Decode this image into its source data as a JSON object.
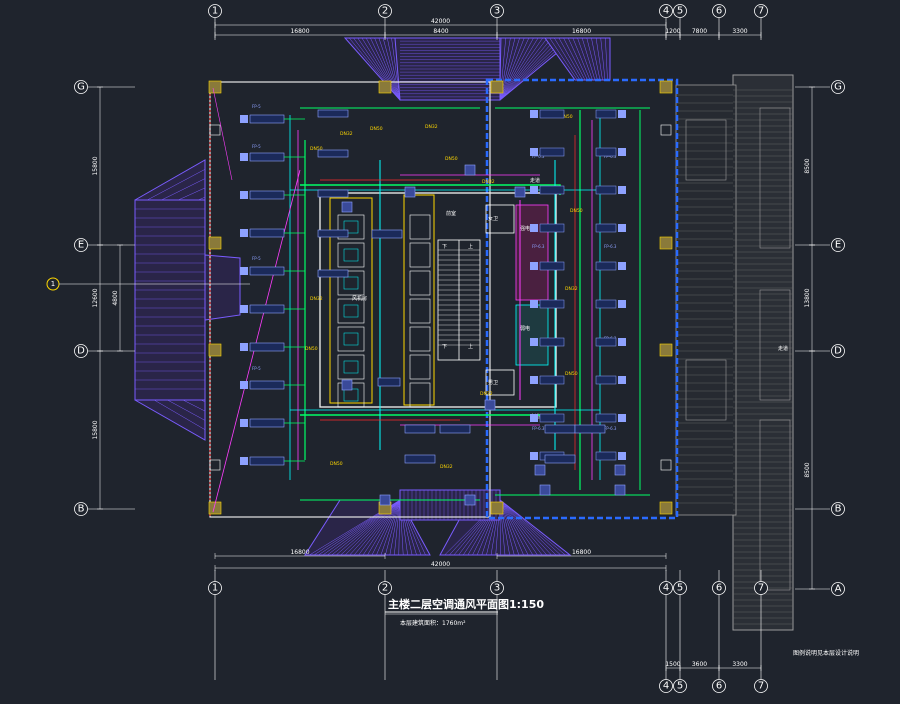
{
  "drawing": {
    "title": "主楼二层空调通风平面图1:150",
    "subtitle": "本层建筑面积：1760m²",
    "sidenote": "图例说明见本层设计说明",
    "colors": {
      "background": "#1f242d",
      "axis": "#ffffff",
      "wall": "#2a6bff",
      "duct_supply": "#00ff66",
      "duct_exhaust": "#ff3dff",
      "pipe_water": "#00ffff",
      "pipe_return": "#ff2a2a",
      "equipment": "#8ea2ff",
      "roof_hatch": "#7a5cff",
      "adjacent_building": "#9a9a9a",
      "text_yellow": "#ffd800"
    }
  },
  "axes": {
    "vertical": [
      "1",
      "2",
      "3",
      "4",
      "5",
      "6",
      "7"
    ],
    "horizontal": [
      "G",
      "E",
      "D",
      "B",
      "A"
    ],
    "left_callout": "1"
  },
  "dimensions": {
    "top_total": "42000",
    "top_segments": [
      "16800",
      "8400",
      "16800",
      "1200",
      "7800",
      "3300"
    ],
    "bottom_total": "42000",
    "bottom_segments": [
      "16800",
      "16800",
      "1500",
      "3600",
      "3300"
    ],
    "right_segments": [
      "8500",
      "13800",
      "8500"
    ],
    "left_segments": [
      "15800",
      "12600",
      "15800"
    ],
    "left_inner": "4800"
  },
  "rooms": {
    "core_left": "风机房",
    "core_center": "前室",
    "stair_down_1": "下",
    "stair_up_1": "上",
    "stair_down_2": "下",
    "stair_up_2": "上",
    "room_a": "女卫",
    "room_b": "男卫",
    "room_c": "强电",
    "room_d": "弱电",
    "corridor_1": "走道",
    "corridor_2": "走道",
    "equip_tag_1": "FP-6.3",
    "equip_tag_2": "FP-5",
    "pipe_tag": "DN32",
    "pipe_tag_2": "DN50"
  }
}
